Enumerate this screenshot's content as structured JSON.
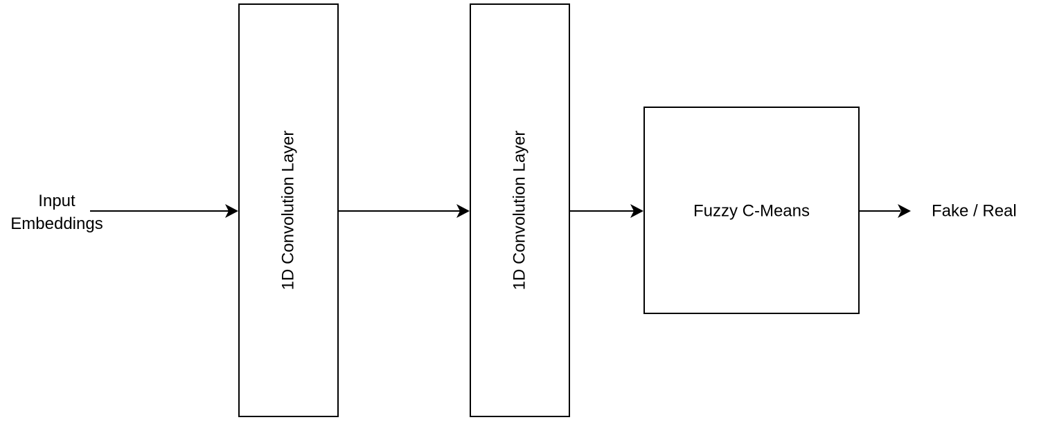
{
  "diagram": {
    "input_label": {
      "line1": "Input",
      "line2": "Embeddings"
    },
    "nodes": {
      "conv1": "1D Convolution Layer",
      "conv2": "1D Convolution Layer",
      "fcm": "Fuzzy C-Means"
    },
    "output_label": "Fake / Real",
    "colors": {
      "stroke": "#000000",
      "fill": "#ffffff"
    }
  }
}
